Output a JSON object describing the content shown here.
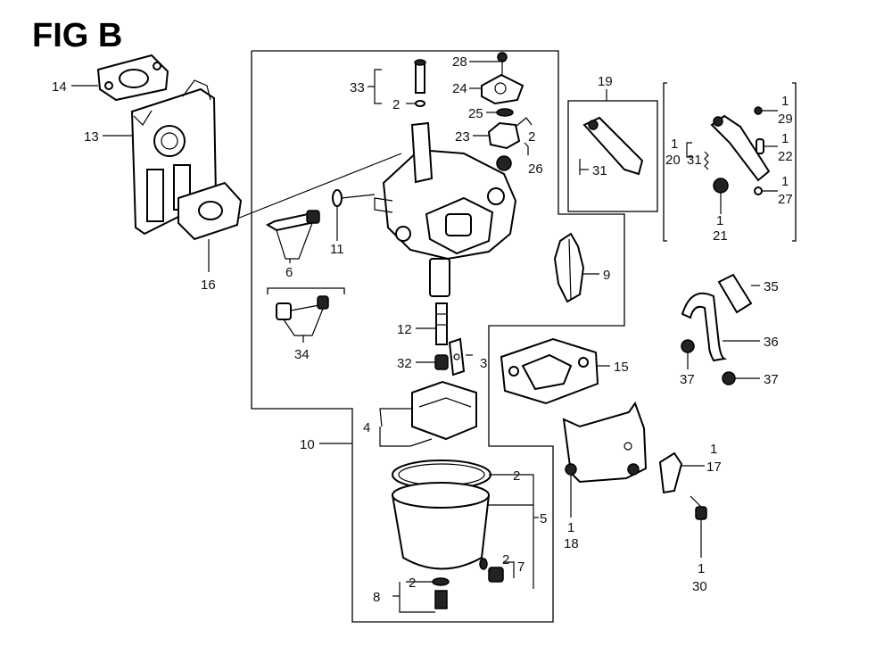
{
  "title": "FIG B",
  "labels": {
    "p1_17": "1",
    "p17": "17",
    "p1_18": "1",
    "p18": "18",
    "p1_20": "1",
    "p20": "20",
    "p1_21": "1",
    "p21": "21",
    "p1_22": "1",
    "p22": "22",
    "p1_27": "1",
    "p27": "27",
    "p1_29": "1",
    "p29": "29",
    "p1_30": "1",
    "p30": "30",
    "p2_a": "2",
    "p2_b": "2",
    "p2_c": "2",
    "p2_d": "2",
    "p2_e": "2",
    "p3": "3",
    "p4": "4",
    "p5": "5",
    "p6": "6",
    "p7": "7",
    "p8": "8",
    "p9": "9",
    "p10": "10",
    "p11": "11",
    "p12": "12",
    "p13": "13",
    "p14": "14",
    "p15": "15",
    "p16": "16",
    "p19": "19",
    "p23": "23",
    "p24": "24",
    "p25": "25",
    "p26": "26",
    "p28": "28",
    "p31_a": "31",
    "p31_b": "31",
    "p32": "32",
    "p33": "33",
    "p34": "34",
    "p35": "35",
    "p36": "36",
    "p37_a": "37",
    "p37_b": "37"
  }
}
